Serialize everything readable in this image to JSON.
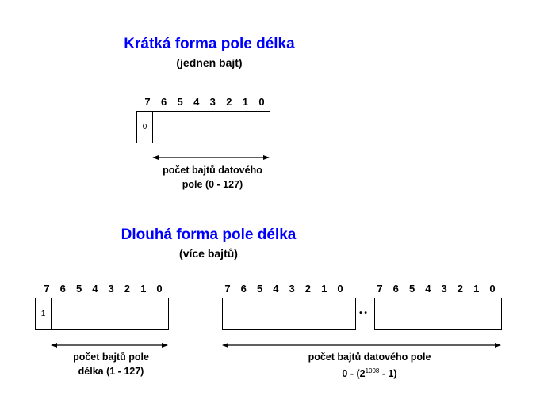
{
  "short_form": {
    "title": "Krátká forma pole délka",
    "subtitle": "(jednen bajt)",
    "bits": [
      "7",
      "6",
      "5",
      "4",
      "3",
      "2",
      "1",
      "0"
    ],
    "first_bit_value": "0",
    "caption_line1": "počet bajtů datového",
    "caption_line2": "pole (0 - 127)"
  },
  "long_form": {
    "title": "Dlouhá forma pole délka",
    "subtitle": "(více bajtů)",
    "bits": [
      "7",
      "6",
      "5",
      "4",
      "3",
      "2",
      "1",
      "0"
    ],
    "first_bit_value": "1",
    "ellipsis": "• •",
    "length_caption_line1": "počet bajtů pole",
    "length_caption_line2": "délka (1 - 127)",
    "data_caption_line1": "počet bajtů datového pole",
    "data_caption_line2_prefix": "0 - (2",
    "data_caption_exponent": "1008",
    "data_caption_line2_suffix": " - 1)"
  },
  "colors": {
    "title": "#0000ff"
  }
}
